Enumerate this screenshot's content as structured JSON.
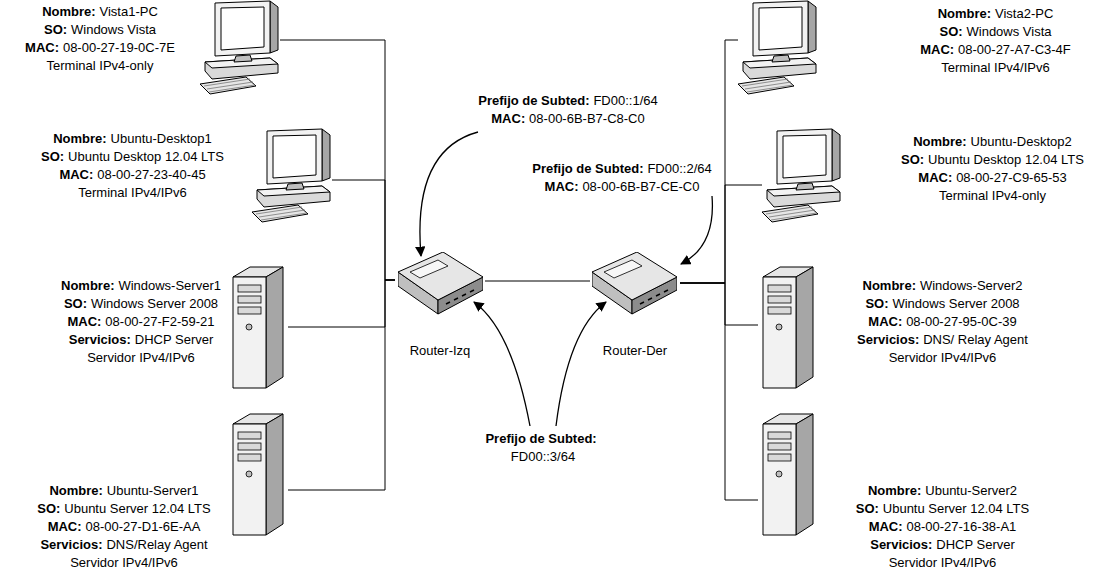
{
  "diagram": {
    "nodes": [
      {
        "text": [
          "Nombre:",
          "Vista1-PC",
          "SO:",
          "Windows Vista",
          "MAC:",
          "08-00-27-19-0C-7E",
          "Terminal IPv4-only"
        ]
      },
      {
        "text": [
          "Nombre:",
          "Ubuntu-Desktop1",
          "SO:",
          "Ubuntu Desktop 12.04 LTS",
          "MAC:",
          "08-00-27-23-40-45",
          "Terminal IPv4/IPv6"
        ]
      },
      {
        "text": [
          "Nombre:",
          "Windows-Server1",
          "SO:",
          "Windows Server 2008",
          "MAC:",
          "08-00-27-F2-59-21",
          "Servicios:",
          "DHCP Server",
          "Servidor IPv4/IPv6"
        ]
      },
      {
        "text": [
          "Nombre:",
          "Ubuntu-Server1",
          "SO:",
          "Ubuntu Server 12.04 LTS",
          "MAC:",
          "08-00-27-D1-6E-AA",
          "Servicios:",
          "DNS/Relay Agent",
          "Servidor IPv4/IPv6"
        ]
      },
      {
        "text": [
          "Router-Izq"
        ]
      },
      {
        "text": [
          "Router-Der"
        ]
      },
      {
        "text": [
          "Nombre:",
          "Vista2-PC",
          "SO:",
          "Windows Vista",
          "MAC:",
          "08-00-27-A7-C3-4F",
          "Terminal IPv4/IPv6"
        ]
      },
      {
        "text": [
          "Nombre:",
          "Ubuntu-Desktop2",
          "SO:",
          "Ubuntu Desktop 12.04 LTS",
          "MAC:",
          "08-00-27-C9-65-53",
          "Terminal IPv4-only"
        ]
      },
      {
        "text": [
          "Nombre:",
          "Windows-Server2",
          "SO:",
          "Windows Server 2008",
          "MAC:",
          "08-00-27-95-0C-39",
          "Servicios:",
          "DNS/ Relay Agent",
          "Servidor IPv4/IPv6"
        ]
      },
      {
        "text": [
          "Nombre:",
          "Ubuntu-Server2",
          "SO:",
          "Ubuntu Server 12.04 LTS",
          "MAC:",
          "08-00-27-16-38-A1",
          "Servicios:",
          "DHCP Server",
          "Servidor IPv4/IPv6"
        ]
      }
    ],
    "edges": [
      {
        "from": 0,
        "to": 4,
        "arrow": "none"
      },
      {
        "from": 1,
        "to": 4,
        "arrow": "none"
      },
      {
        "from": 2,
        "to": 4,
        "arrow": "none"
      },
      {
        "from": 3,
        "to": 4,
        "arrow": "none"
      },
      {
        "from": 4,
        "to": 5,
        "arrow": "none"
      },
      {
        "from": 6,
        "to": 5,
        "arrow": "none"
      },
      {
        "from": 7,
        "to": 5,
        "arrow": "none"
      },
      {
        "from": 8,
        "to": 5,
        "arrow": "none"
      },
      {
        "from": 9,
        "to": 5,
        "arrow": "none"
      }
    ],
    "labels": [
      "Prefijo de Subted:",
      "FD00::1/64",
      "MAC:",
      "08-00-6B-B7-C8-C0",
      "Prefijo de Subted:",
      "FD00::2/64",
      "MAC:",
      "08-00-6B-B7-CE-C0",
      "Prefijo de Subted:",
      "FD00::3/64"
    ]
  }
}
